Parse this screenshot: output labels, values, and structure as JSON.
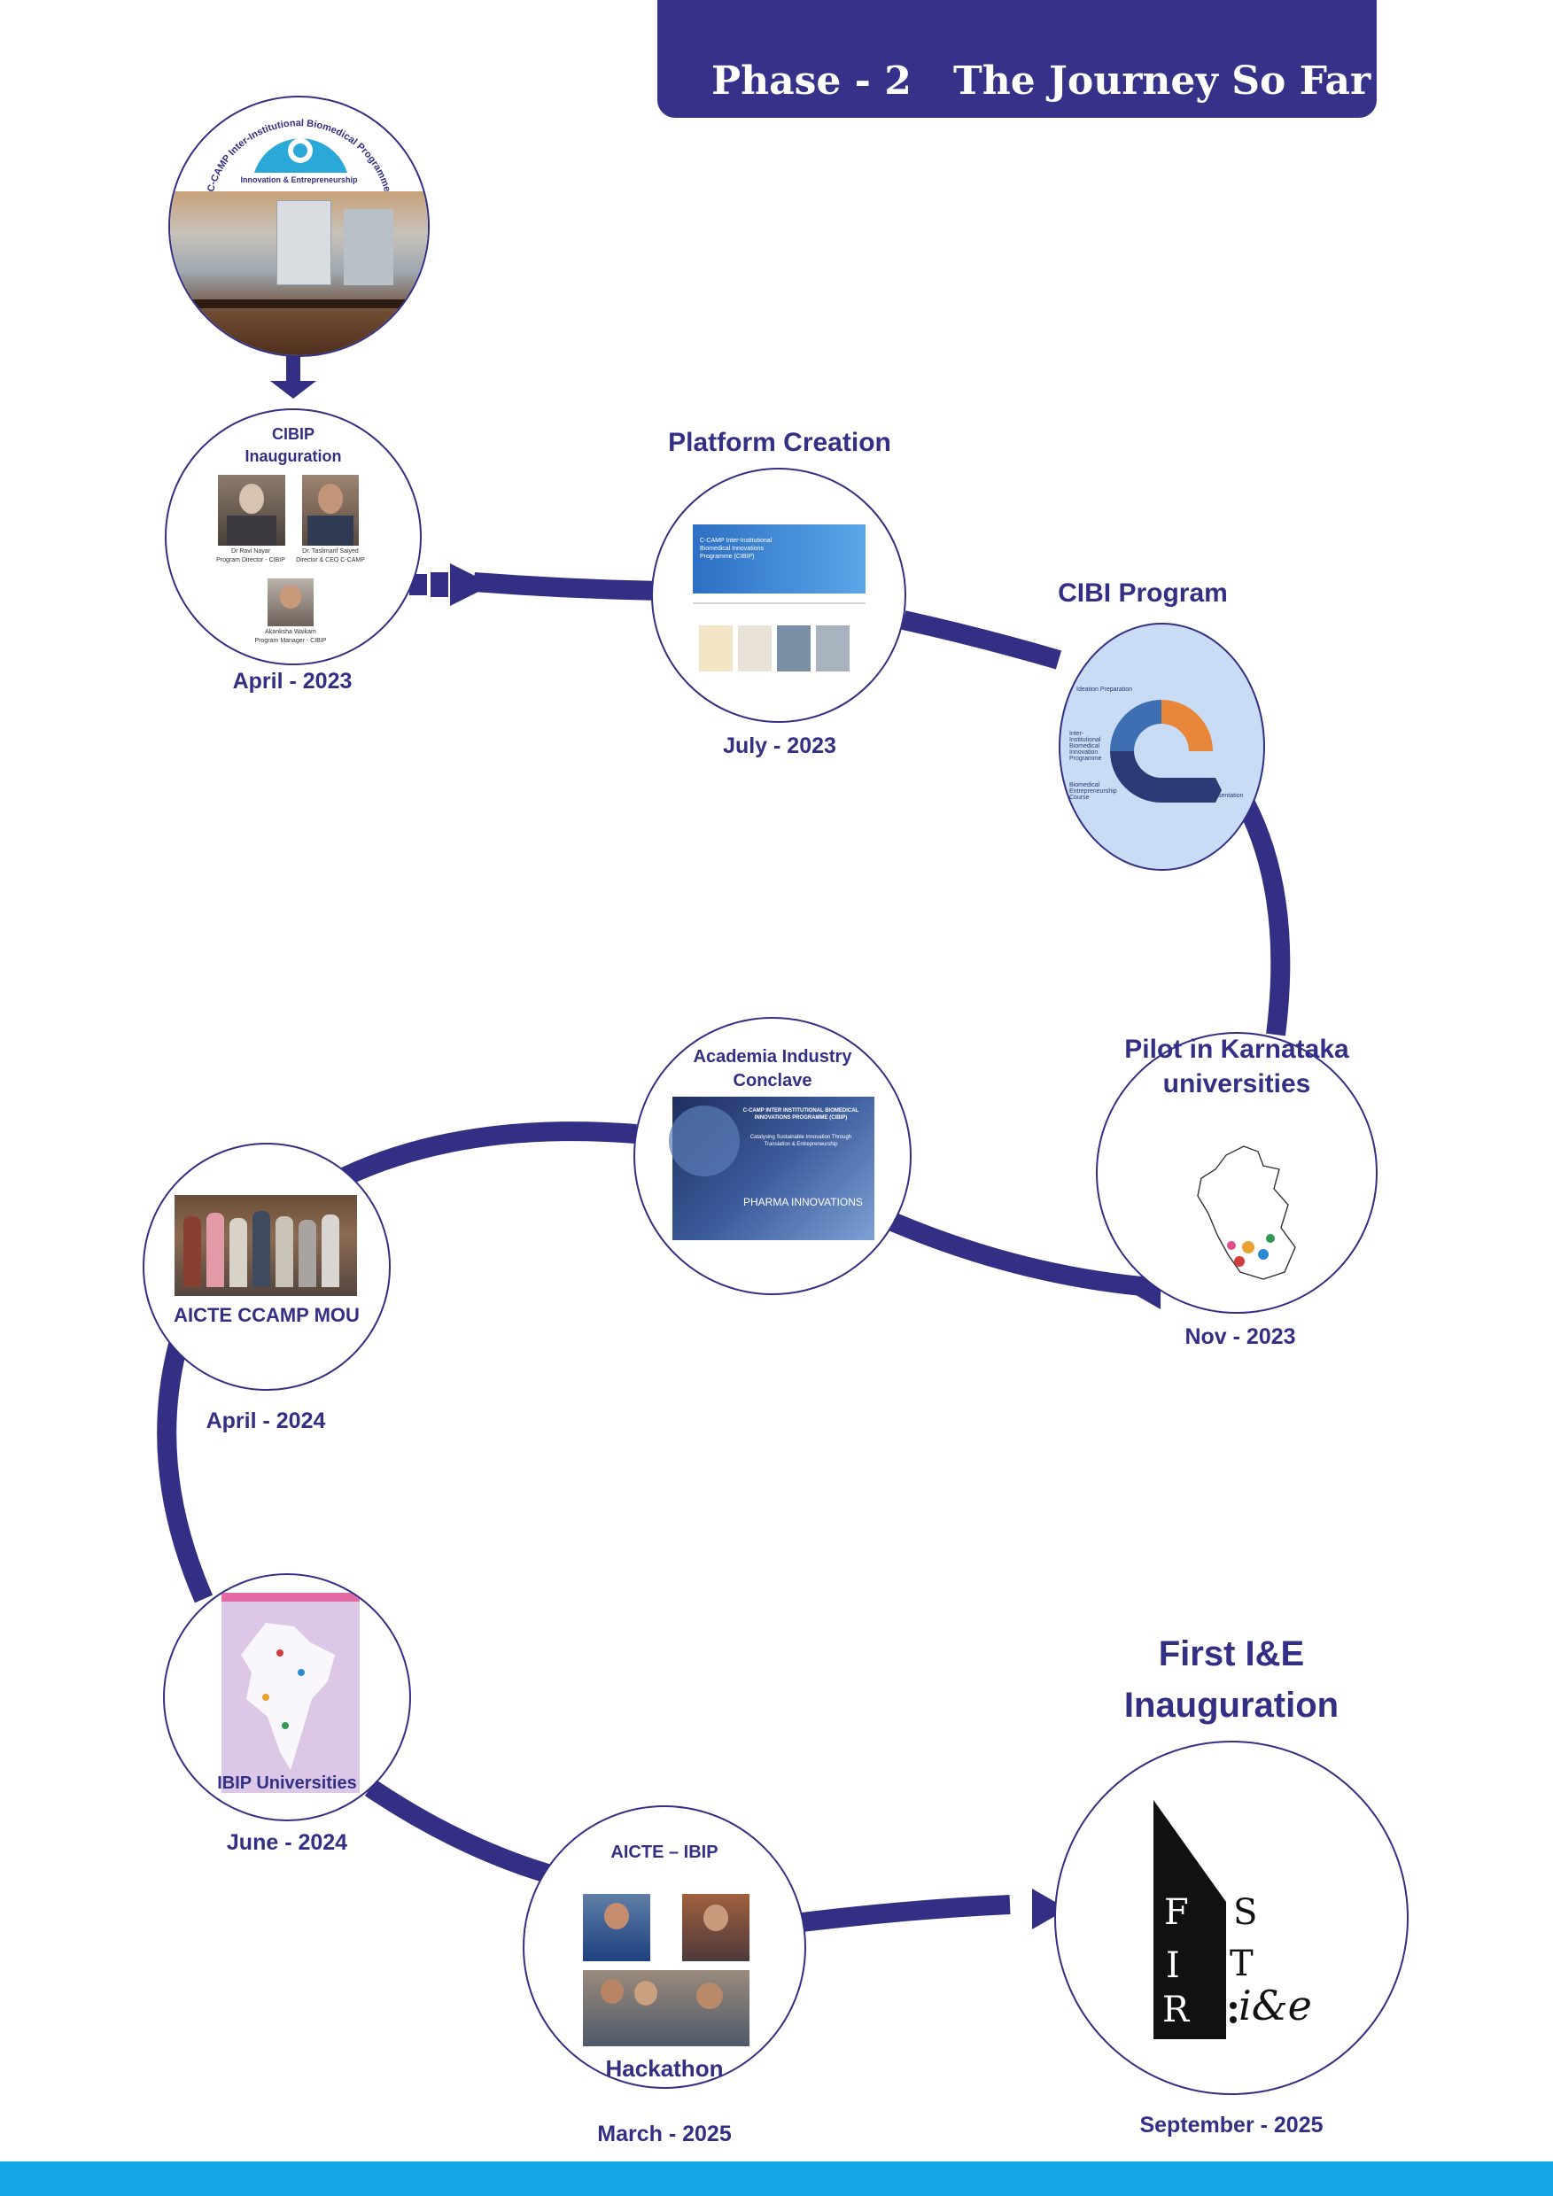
{
  "header": {
    "phase": "Phase - 2",
    "title": "The Journey So Far"
  },
  "colors": {
    "brand": "#332f85",
    "header_bg": "#363189",
    "bottom_bar": "#14a9e6",
    "cibi_bg": "#c9dcf5"
  },
  "logo": {
    "arc_text": "C-CAMP Inter-Institutional Biomedical Programme",
    "subtitle": "Innovation & Entrepreneurship"
  },
  "events": {
    "cibip": {
      "title": "CIBIP Inauguration",
      "date": "April - 2023",
      "people": [
        {
          "name": "Dr Ravi Nayar",
          "role": "Program Director - CIBIP"
        },
        {
          "name": "Dr. Taslimarif Saiyed",
          "role": "Director & CEO C-CAMP"
        },
        {
          "name": "Akanksha Waikam",
          "role": "Program Manager - CIBIP"
        }
      ]
    },
    "platform": {
      "title": "Platform Creation",
      "date": "July - 2023",
      "banner_text": "C-CAMP Inter-Institutional Biomedical Innovations Programme (CIBIP)"
    },
    "cibi": {
      "title": "CIBI Program",
      "steps": [
        "Ideation Preparation",
        "Inter-Institutional Biomedical Innovation Programme",
        "Biomedical Entrepreneurship Course",
        "Final Presentation"
      ]
    },
    "pilot": {
      "title": "Pilot in Karnataka universities",
      "date": "Nov - 2023"
    },
    "conclave": {
      "title": "Academia Industry Conclave",
      "banner": "C-CAMP INTER INSTITUTIONAL BIOMEDICAL INNOVATIONS PROGRAMME (CIBIP)",
      "sub": "Catalysing Sustainable Innovation Through Translation & Entrepreneurship",
      "tag": "PHARMA INNOVATIONS"
    },
    "mou": {
      "title": "AICTE CCAMP MOU",
      "date": "April - 2024"
    },
    "ibip": {
      "title": "IBIP Universities",
      "date": "June - 2024"
    },
    "hackathon": {
      "top": "AICTE – IBIP",
      "title": "Hackathon",
      "date": "March - 2025"
    },
    "first": {
      "title": "First I&E Inauguration",
      "date": "September - 2025",
      "logo_letters": [
        "F",
        "I",
        "R",
        "S",
        "T",
        "i&e"
      ]
    }
  }
}
